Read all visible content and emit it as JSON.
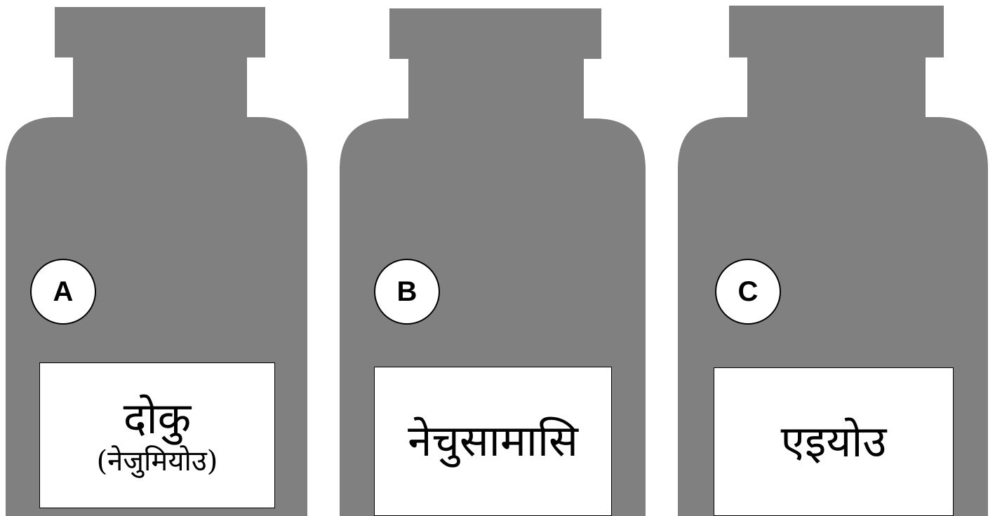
{
  "colors": {
    "bottle_fill": "#808080",
    "label_background": "#ffffff",
    "outline": "#000000"
  },
  "bottles": [
    {
      "letter": "A",
      "label": "दोकु",
      "sublabel": "(नेजुमियोउ)"
    },
    {
      "letter": "B",
      "label": "नेचुसामासि",
      "sublabel": ""
    },
    {
      "letter": "C",
      "label": "एइयोउ",
      "sublabel": ""
    }
  ]
}
